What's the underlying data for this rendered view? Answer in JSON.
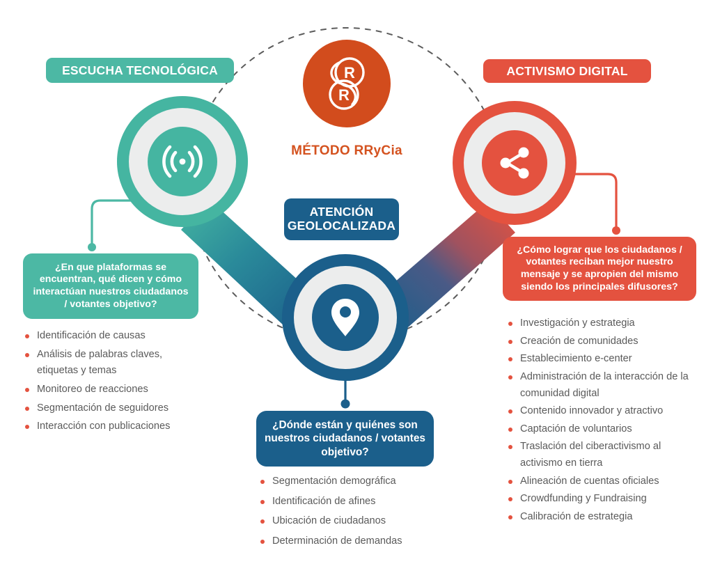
{
  "colors": {
    "teal": "#4cb8a4",
    "red": "#e4523f",
    "navy": "#1b5f8b",
    "orange": "#d24c1d",
    "grey_ring": "#eceded",
    "body_text": "#5a5a5a",
    "background": "#ffffff"
  },
  "logo": {
    "monogram": "RR",
    "caption": "MÉTODO RRyCia",
    "icon": "rr-monogram-logo"
  },
  "branches": {
    "escucha": {
      "pill_label": "ESCUCHA TECNOLÓGICA",
      "icon": "wifi-broadcast-icon",
      "question": "¿En que plataformas se encuentran, qué dicen y cómo interactúan nuestros ciudadanos / votantes objetivo?",
      "bullets": [
        "Identificación de causas",
        "Análisis de palabras claves, etiquetas y temas",
        "Monitoreo de reacciones",
        "Segmentación de seguidores",
        "Interacción con publicaciones"
      ]
    },
    "activismo": {
      "pill_label": "ACTIVISMO DIGITAL",
      "icon": "share-network-icon",
      "question": "¿Cómo lograr que los ciudadanos / votantes reciban mejor nuestro mensaje y se apropien del mismo siendo los principales   difusores?",
      "bullets": [
        "Investigación y estrategia",
        "Creación de comunidades",
        "Establecimiento e-center",
        "Administración de la interacción de la comunidad digital",
        "Contenido innovador y atractivo",
        "Captación de voluntarios",
        "Traslación del ciberactivismo al activismo en tierra",
        "Alineación de cuentas oficiales",
        "Crowdfunding y Fundraising",
        "Calibración de estrategia"
      ]
    },
    "atencion": {
      "pill_label": "ATENCIÓN GEOLOCALIZADA",
      "icon": "map-pin-icon",
      "question": "¿Dónde están y quiénes son nuestros ciudadanos / votantes objetivo?",
      "bullets": [
        "Segmentación demográfica",
        "Identificación de afines",
        "Ubicación de ciudadanos",
        "Determinación de demandas"
      ]
    }
  }
}
